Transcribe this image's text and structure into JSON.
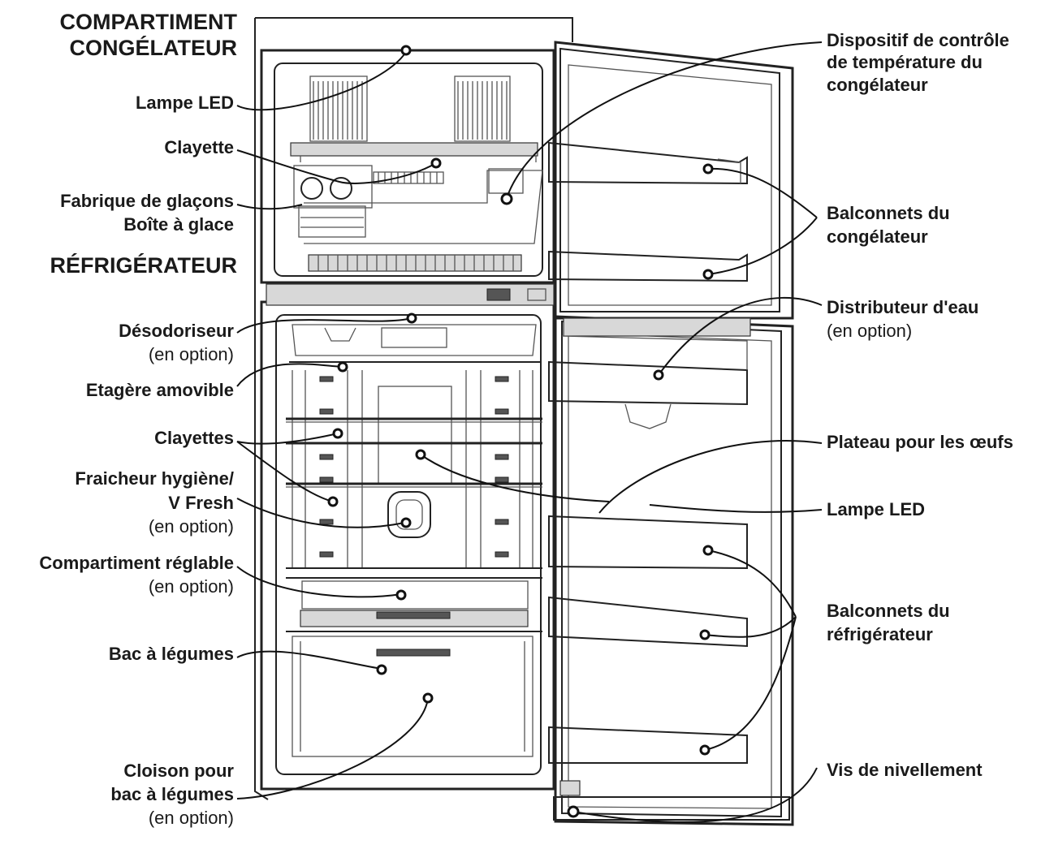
{
  "headings": {
    "freezer": [
      "COMPARTIMENT",
      "CONGÉLATEUR"
    ],
    "fridge": "RÉFRIGÉRATEUR"
  },
  "left_labels": {
    "lampe_led": "Lampe LED",
    "clayette": "Clayette",
    "fabrique": [
      "Fabrique de glaçons",
      "Boîte à glace"
    ],
    "desodoriseur": "Désodoriseur",
    "etagere": "Etagère amovible",
    "clayettes": "Clayettes",
    "fraicheur": [
      "Fraicheur hygiène/",
      "V Fresh"
    ],
    "compartiment": "Compartiment réglable",
    "bac": "Bac à légumes",
    "cloison": [
      "Cloison pour",
      "bac à légumes"
    ]
  },
  "right_labels": {
    "dispositif": [
      "Dispositif de contrôle",
      "de température du",
      "congélateur"
    ],
    "balconnets_cong": [
      "Balconnets du",
      "congélateur"
    ],
    "distributeur": "Distributeur d'eau",
    "plateau": "Plateau pour les œufs",
    "lampe_led": "Lampe LED",
    "balconnets_refr": [
      "Balconnets du",
      "réfrigérateur"
    ],
    "vis": "Vis de nivellement"
  },
  "option_text": "(en option)"
}
